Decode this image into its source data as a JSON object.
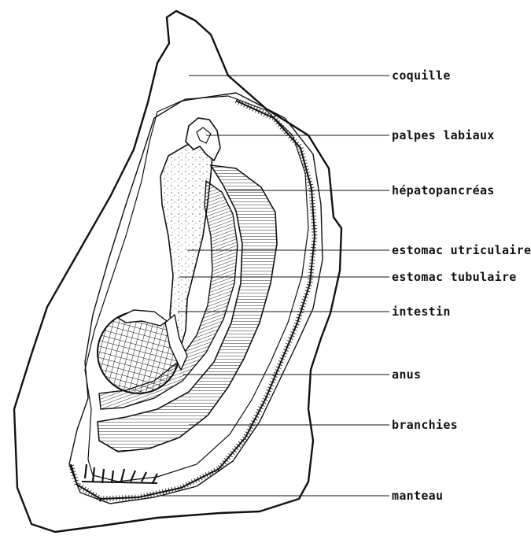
{
  "diagram": {
    "labels": [
      {
        "id": "coquille",
        "text": "coquille"
      },
      {
        "id": "palpes",
        "text": "palpes labiaux"
      },
      {
        "id": "hepato",
        "text": "hépatopancréas"
      },
      {
        "id": "estomac-u",
        "text": "estomac utriculaire"
      },
      {
        "id": "estomac-t",
        "text": "estomac tubulaire"
      },
      {
        "id": "intestin",
        "text": "intestin"
      },
      {
        "id": "anus",
        "text": "anus"
      },
      {
        "id": "branchies",
        "text": "branchies"
      },
      {
        "id": "manteau",
        "text": "manteau"
      }
    ]
  },
  "colors": {
    "ink": "#111111",
    "background": "#ffffff"
  }
}
